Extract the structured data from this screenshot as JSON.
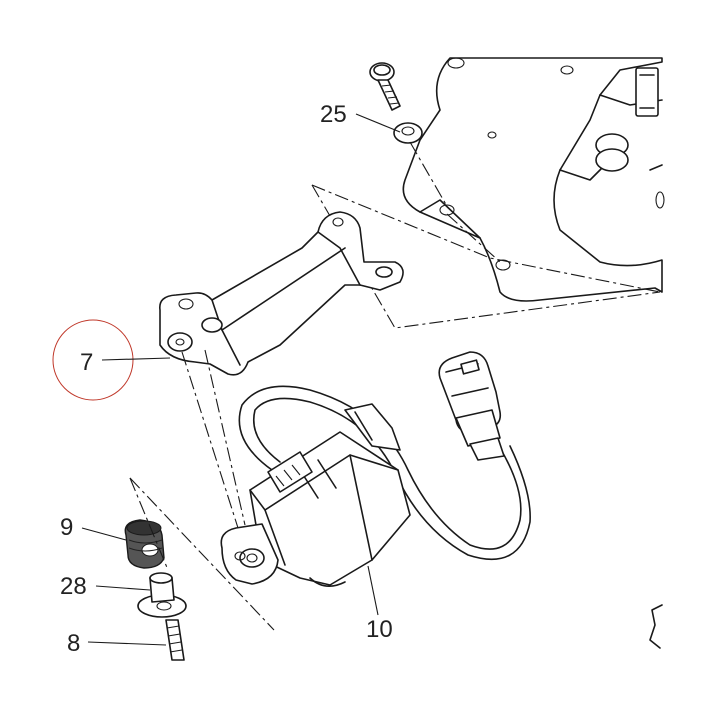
{
  "diagram": {
    "callouts": [
      {
        "id": "c25",
        "label": "25"
      },
      {
        "id": "c7",
        "label": "7"
      },
      {
        "id": "c9",
        "label": "9"
      },
      {
        "id": "c28",
        "label": "28"
      },
      {
        "id": "c8",
        "label": "8"
      },
      {
        "id": "c10",
        "label": "10"
      }
    ],
    "highlight_color": "#c0392b",
    "line_color": "#1a1a1a"
  }
}
